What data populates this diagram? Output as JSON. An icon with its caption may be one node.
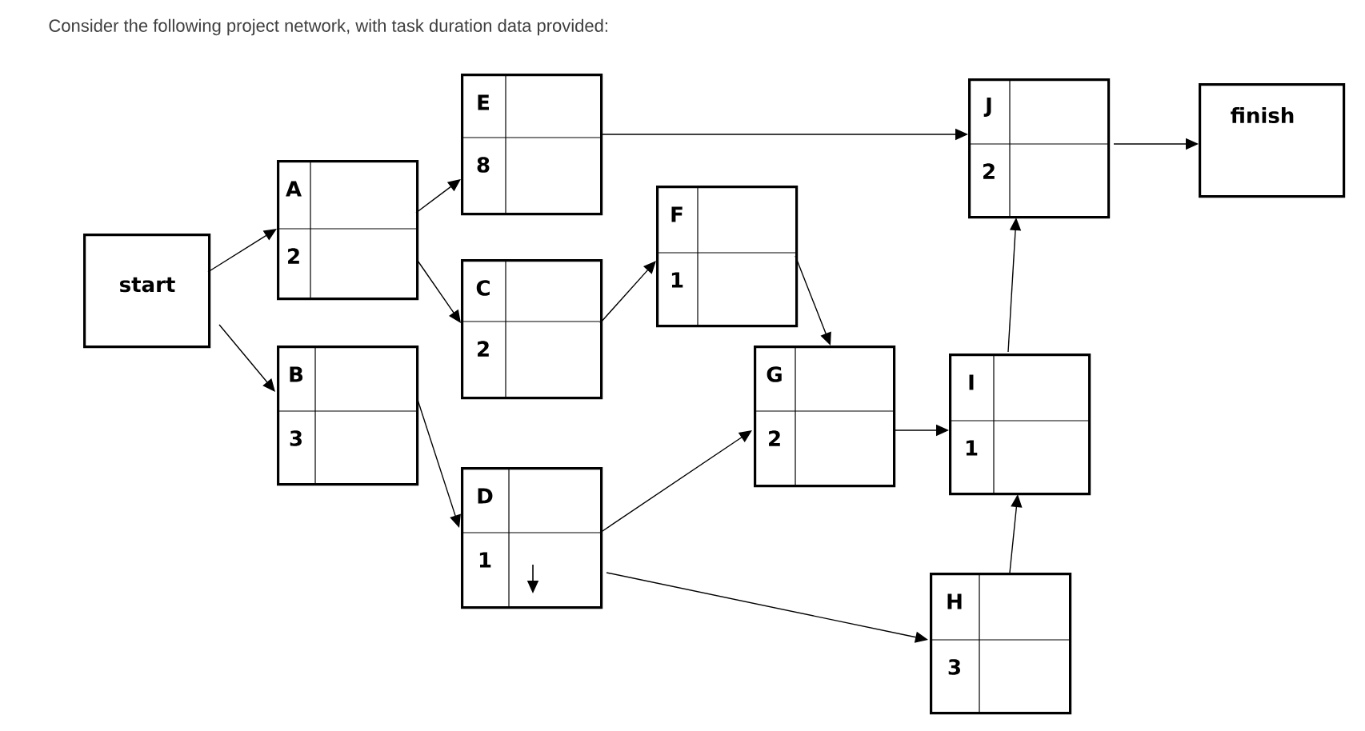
{
  "diagram": {
    "title": "Consider the following project network, with task duration data provided:",
    "nodes": [
      {
        "text": [
          "start"
        ]
      },
      {
        "text": [
          "A",
          "2"
        ]
      },
      {
        "text": [
          "B",
          "3"
        ]
      },
      {
        "text": [
          "E",
          "8"
        ]
      },
      {
        "text": [
          "C",
          "2"
        ]
      },
      {
        "text": [
          "D",
          "1"
        ]
      },
      {
        "text": [
          "F",
          "1"
        ]
      },
      {
        "text": [
          "G",
          "2"
        ]
      },
      {
        "text": [
          "J",
          "2"
        ]
      },
      {
        "text": [
          "I",
          "1"
        ]
      },
      {
        "text": [
          "H",
          "3"
        ]
      },
      {
        "text": [
          "finish"
        ]
      }
    ],
    "edges": [
      {
        "from": 0,
        "to": 1,
        "arrow": "to"
      },
      {
        "from": 0,
        "to": 2,
        "arrow": "to"
      },
      {
        "from": 1,
        "to": 3,
        "arrow": "to"
      },
      {
        "from": 1,
        "to": 4,
        "arrow": "to"
      },
      {
        "from": 3,
        "to": 8,
        "arrow": "to"
      },
      {
        "from": 4,
        "to": 6,
        "arrow": "to"
      },
      {
        "from": 6,
        "to": 7,
        "arrow": "to"
      },
      {
        "from": 2,
        "to": 5,
        "arrow": "to"
      },
      {
        "from": 5,
        "to": 7,
        "arrow": "to"
      },
      {
        "from": 5,
        "to": 10,
        "arrow": "to"
      },
      {
        "from": 7,
        "to": 9,
        "arrow": "to"
      },
      {
        "from": 10,
        "to": 9,
        "arrow": "to"
      },
      {
        "from": 9,
        "to": 8,
        "arrow": "to"
      },
      {
        "from": 8,
        "to": 11,
        "arrow": "to"
      }
    ]
  }
}
